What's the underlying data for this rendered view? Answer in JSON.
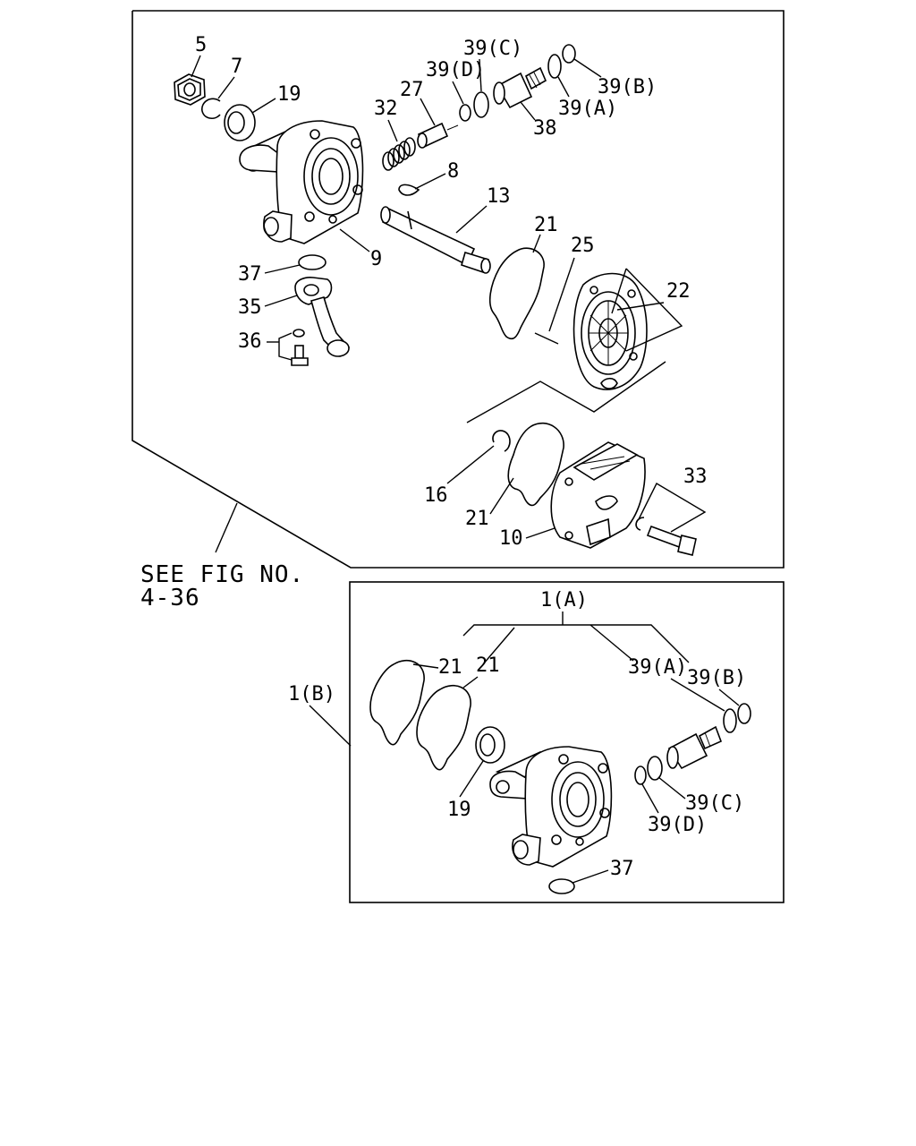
{
  "reference": {
    "line1": "SEE FIG NO.",
    "line2": "4-36"
  },
  "callouts": {
    "c5": "5",
    "c7": "7",
    "c19": "19",
    "c9": "9",
    "c37": "37",
    "c35": "35",
    "c36": "36",
    "c32": "32",
    "c27": "27",
    "c39d": "39(D)",
    "c39c": "39(C)",
    "c38": "38",
    "c39a": "39(A)",
    "c39b": "39(B)",
    "c8": "8",
    "c13": "13",
    "c21": "21",
    "c25": "25",
    "c22": "22",
    "c16": "16",
    "c21b": "21",
    "c10": "10",
    "c33": "33"
  },
  "kit": {
    "c1a": "1(A)",
    "c1b": "1(B)",
    "c21a": "21",
    "c21b": "21",
    "c39a": "39(A)",
    "c39b": "39(B)",
    "c19": "19",
    "c39c": "39(C)",
    "c39d": "39(D)",
    "c37": "37"
  }
}
